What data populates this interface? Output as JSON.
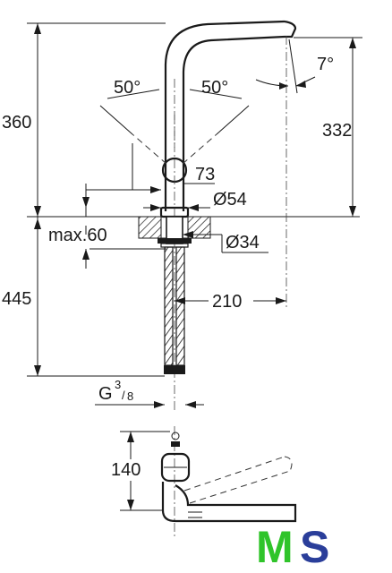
{
  "dimensions": {
    "height_total": "360",
    "height_spout": "332",
    "angle_left": "50°",
    "angle_right": "50°",
    "spout_angle": "7°",
    "lever_height": "73",
    "diameter_base": "Ø54",
    "max_thickness": "max.60",
    "diameter_hole": "Ø34",
    "hose_length": "445",
    "reach": "210",
    "thread_main": "G",
    "thread_sup": "3",
    "thread_sub": "8",
    "plan_depth": "140"
  },
  "logo": {
    "letter_m": "M",
    "letter_s": "S"
  },
  "colors": {
    "line": "#1a1a1a",
    "logo_green": "#2fc42a",
    "logo_blue": "#2a3e9a"
  }
}
